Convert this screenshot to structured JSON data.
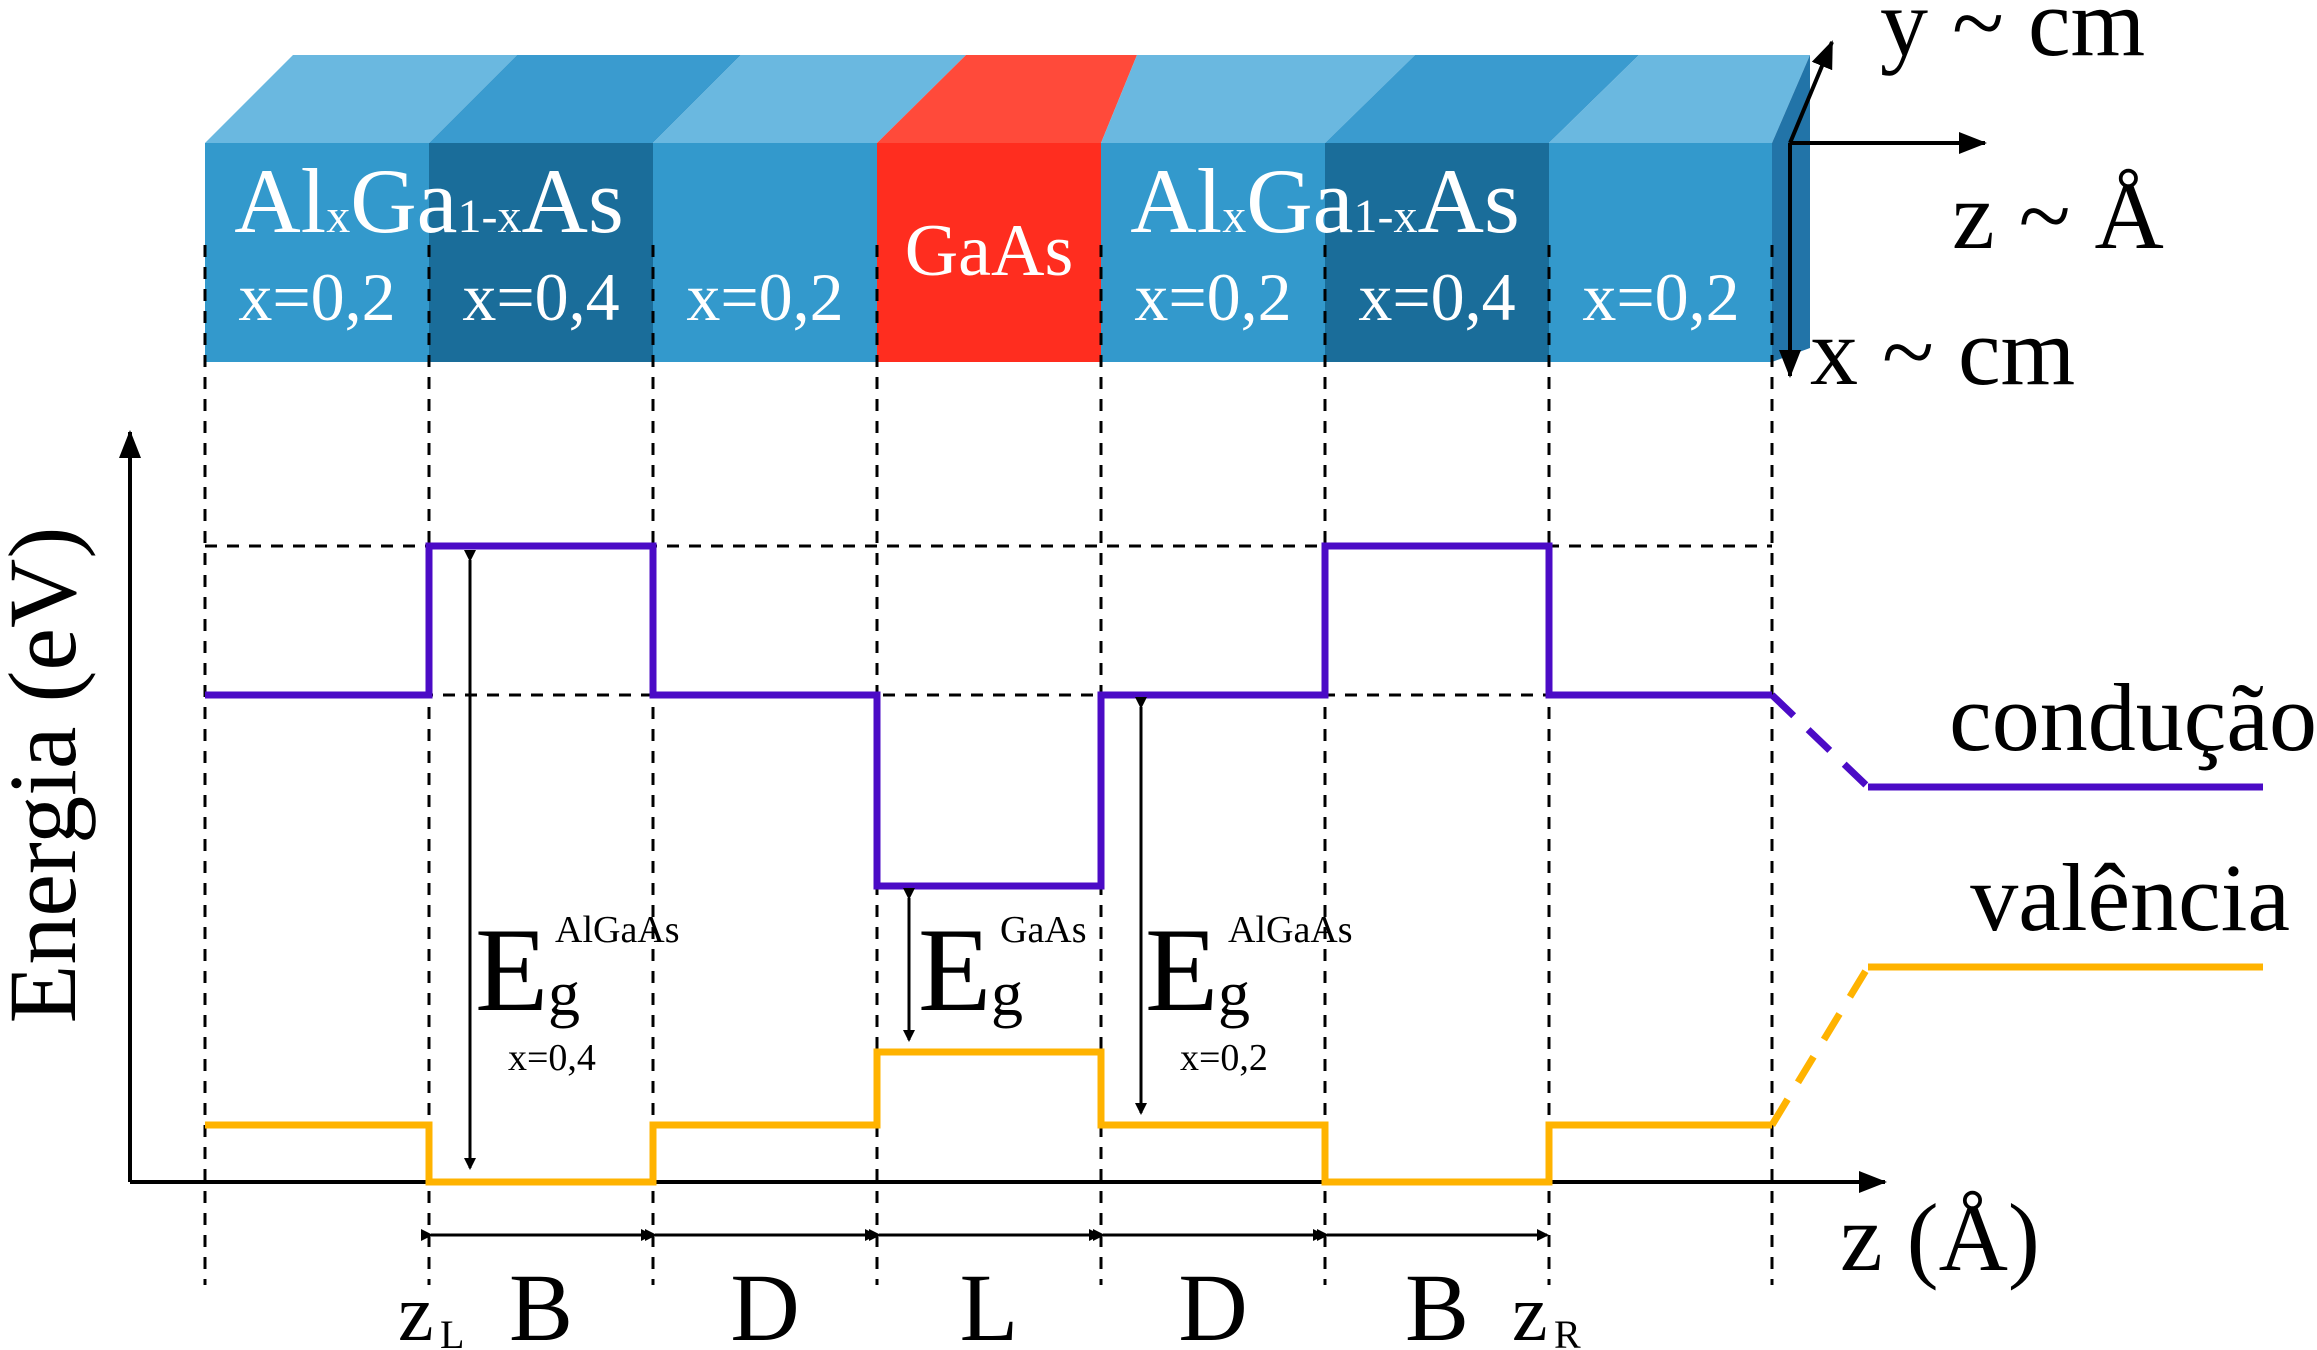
{
  "layers": [
    {
      "material": "Al",
      "sub_x": "x",
      "mid": "Ga",
      "sub_1x": "1-x",
      "tail": "As",
      "comp": "x=0,2",
      "color": "#3399cc"
    },
    {
      "comp": "x=0,4",
      "color": "#1a6d9a"
    },
    {
      "comp": "x=0,2",
      "color": "#3399cc"
    },
    {
      "material": "GaAs",
      "color": "#ff2d1f"
    },
    {
      "comp": "x=0,2",
      "color": "#3399cc"
    },
    {
      "comp": "x=0,4",
      "color": "#1a6d9a"
    },
    {
      "comp": "x=0,2",
      "color": "#3399cc"
    }
  ],
  "alloy_label": {
    "al": "Al",
    "x": "x",
    "ga": "Ga",
    "one_minus_x": "1-x",
    "as": "As"
  },
  "gaas_label": "GaAs",
  "compositions": [
    "x=0,2",
    "x=0,4",
    "x=0,2",
    "x=0,2",
    "x=0,4",
    "x=0,2"
  ],
  "axes3d": {
    "y": "y ~ cm",
    "z": "z ~ Å",
    "x": "x ~ cm"
  },
  "plot": {
    "ylabel": "Energia (eV)",
    "xlabel": "z (Å)",
    "conduction_label": "condução",
    "valence_label": "valência",
    "conduction_color": "#4b0bc6",
    "valence_color": "#ffb300"
  },
  "gaps": [
    {
      "E": "E",
      "g": "g",
      "sup": "AlGaAs",
      "sub": "x=0,4"
    },
    {
      "E": "E",
      "g": "g",
      "sup": "GaAs",
      "sub": ""
    },
    {
      "E": "E",
      "g": "g",
      "sup": "AlGaAs",
      "sub": "x=0,2"
    }
  ],
  "regions": [
    "B",
    "D",
    "L",
    "D",
    "B"
  ],
  "zL": {
    "z": "z",
    "sub": "L"
  },
  "zR": {
    "z": "z",
    "sub": "R"
  }
}
